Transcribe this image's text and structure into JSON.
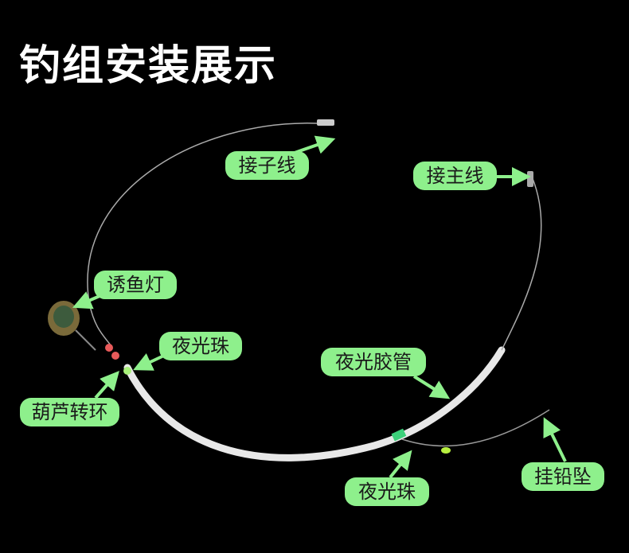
{
  "title": "钓组安装展示",
  "labels": {
    "sub_line": "接子线",
    "main_line": "接主线",
    "lure_light": "诱鱼灯",
    "glow_bead_1": "夜光珠",
    "gourd_swivel": "葫芦转环",
    "glow_tube": "夜光胶管",
    "glow_bead_2": "夜光珠",
    "sinker": "挂铅坠"
  },
  "colors": {
    "label_bg": "#8ef08c",
    "background": "#000000",
    "title": "#ffffff"
  }
}
